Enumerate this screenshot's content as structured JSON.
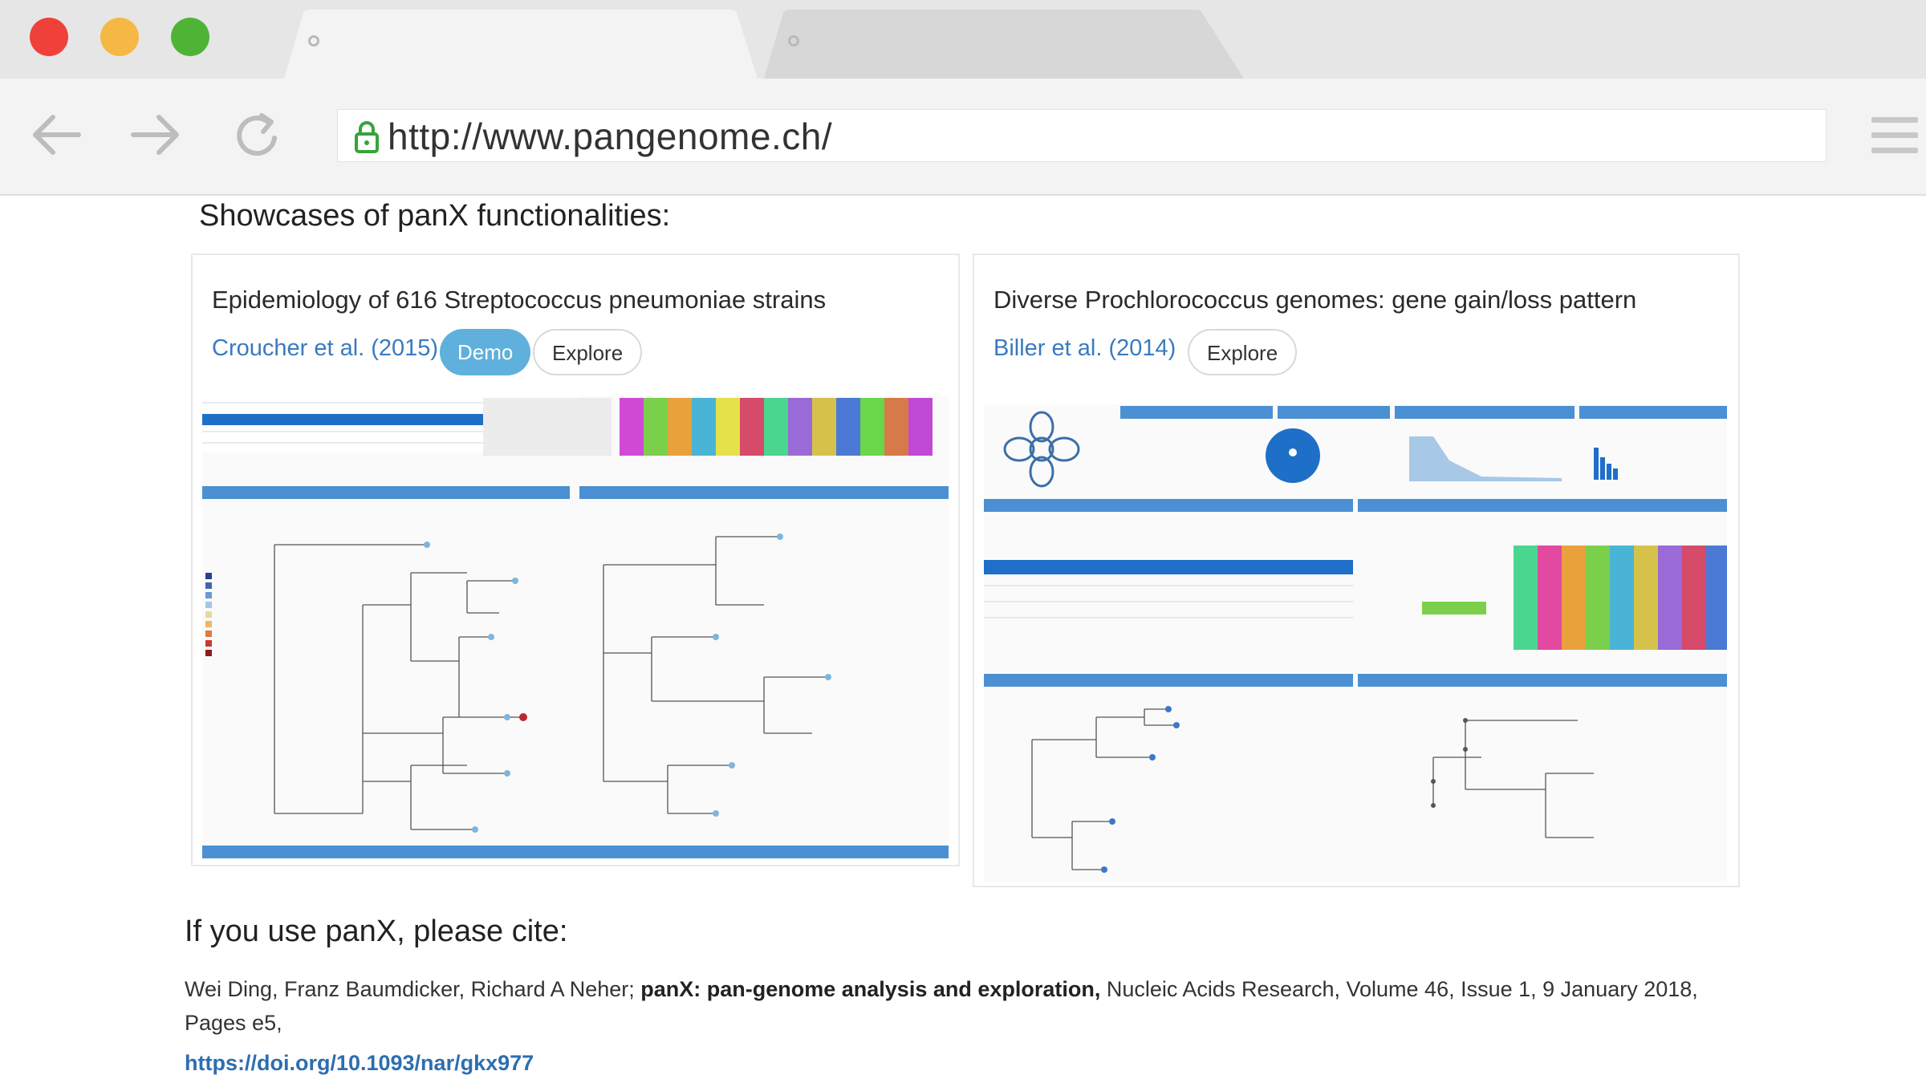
{
  "browser": {
    "url": "http://www.pangenome.ch/",
    "window_controls": [
      "close",
      "minimize",
      "maximize"
    ],
    "colors": {
      "close": "#f0403a",
      "minimize": "#f6b844",
      "maximize": "#4fb436"
    }
  },
  "page": {
    "section_title": "Showcases of panX functionalities:",
    "cards": [
      {
        "title": "Epidemiology of 616 Streptococcus pneumoniae strains",
        "reference": "Croucher et al. (2015)",
        "demo_label": "Demo",
        "explore_label": "Explore"
      },
      {
        "title": "Diverse Prochlorococcus genomes: gene gain/loss pattern",
        "reference": "Biller et al. (2014)",
        "explore_label": "Explore"
      }
    ],
    "cite": {
      "heading": "If you use panX, please cite:",
      "authors": "Wei Ding, Franz Baumdicker, Richard A Neher; ",
      "paper_title": "panX: pan-genome analysis and exploration,",
      "journal": " Nucleic Acids Research, Volume 46, Issue 1, 9 January 2018, Pages e5,",
      "doi": "https://doi.org/10.1093/nar/gkx977"
    }
  }
}
